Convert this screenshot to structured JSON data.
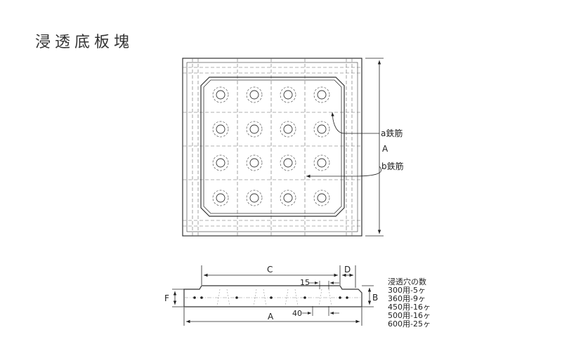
{
  "title": "浸透底板塊",
  "plan_view": {
    "label_a_rebar": "a鉄筋",
    "label_b_rebar": "b鉄筋",
    "dim_A": "A"
  },
  "section_view": {
    "dim_C": "C",
    "dim_D": "D",
    "dim_15": "15",
    "dim_F": "F",
    "dim_B": "B",
    "dim_40": "40",
    "dim_A": "A"
  },
  "hole_counts": {
    "heading": "浸透穴の数",
    "rows": [
      "300用-5ヶ",
      "360用-9ヶ",
      "450用-16ヶ",
      "500用-16ヶ",
      "600用-25ヶ"
    ]
  }
}
